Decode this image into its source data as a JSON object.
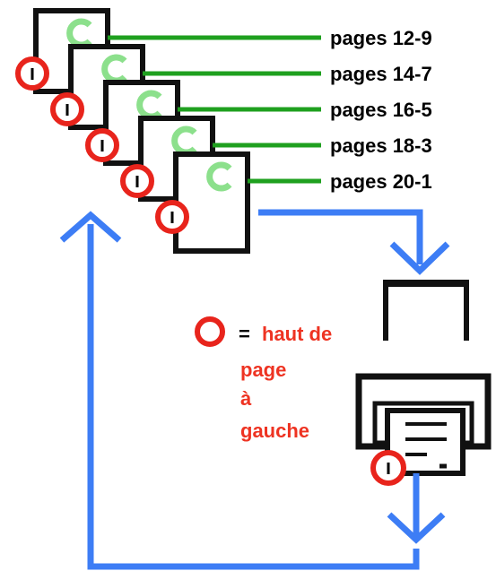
{
  "colors": {
    "sheet_outline": "#111111",
    "sheet_fill": "#ffffff",
    "leader_line": "#1fa01f",
    "curl_icon": "#8ce08c",
    "marker_ring": "#e8241c",
    "marker_center": "#ffffff",
    "flow_arrow": "#3d7df5",
    "printer_outline": "#111111",
    "legend_text": "#ee3322",
    "page_label_text": "#000000"
  },
  "stack": {
    "sheets": [
      {
        "label": "pages 12-9"
      },
      {
        "label": "pages 14-7"
      },
      {
        "label": "pages 16-5"
      },
      {
        "label": "pages 18-3"
      },
      {
        "label": "pages 20-1"
      }
    ]
  },
  "legend": {
    "equals": "=",
    "lines": [
      "haut de",
      "page",
      "à",
      "gauche"
    ]
  },
  "icons": {
    "sheet": "paper-sheet-icon",
    "marker": "red-circle-marker-icon",
    "printer": "printer-icon",
    "arrow": "flow-arrow-icon"
  }
}
